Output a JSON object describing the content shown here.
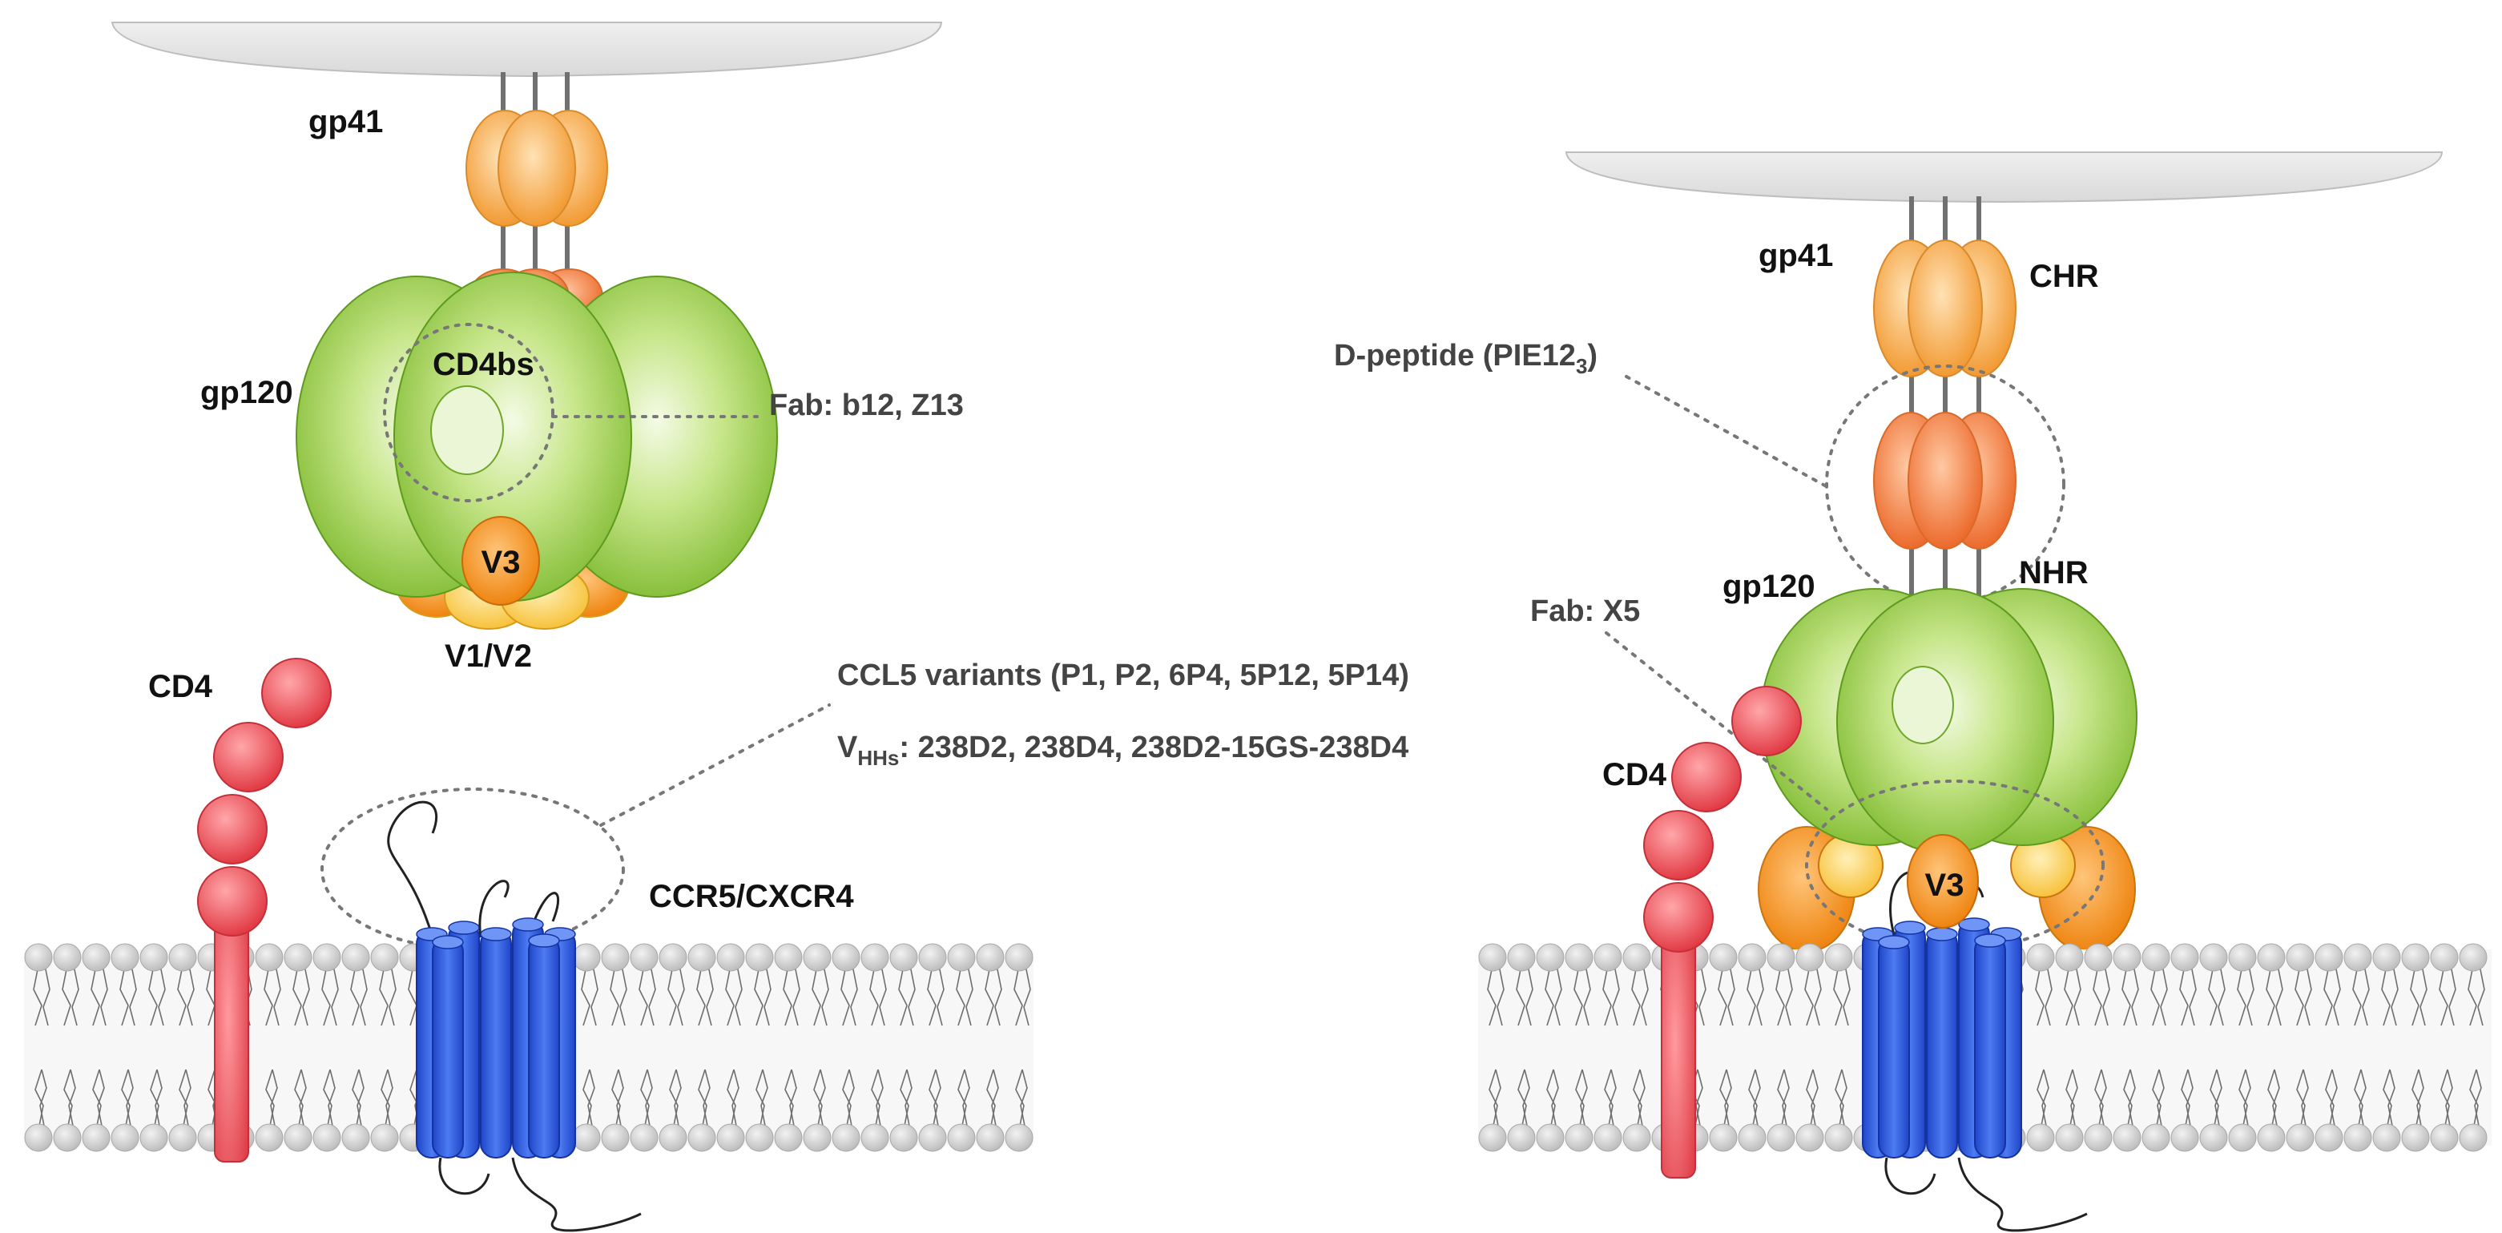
{
  "left_panel": {
    "gp41_label": "gp41",
    "gp120_label": "gp120",
    "cd4bs_label": "CD4bs",
    "v3_label": "V3",
    "v1v2_label": "V1/V2",
    "fab_label": "Fab: b12, Z13",
    "cd4_label": "CD4",
    "ccl5_label": "CCL5 variants (P1, P2, 6P4, 5P12, 5P14)",
    "vhh_prefix": "V",
    "vhh_subscript": "HHs",
    "vhh_list": ":  238D2, 238D4, 238D2-15GS-238D4",
    "coreceptor_label": "CCR5/CXCR4"
  },
  "right_panel": {
    "gp41_label": "gp41",
    "chr_label": "CHR",
    "dpeptide_prefix": "D-peptide (PIE12",
    "dpeptide_subscript": "3",
    "dpeptide_suffix": ")",
    "gp120_label": "gp120",
    "nhr_label": "NHR",
    "fab_label": "Fab: X5",
    "cd4_label": "CD4",
    "v3_label": "V3"
  },
  "colors": {
    "gp41_orange": "#F9A94A",
    "nhr_orange": "#F07A3C",
    "gp120_green": "#8CC63F",
    "v3_orange": "#F08A1C",
    "v1v2_yellow": "#FCD35A",
    "cd4_red": "#E8454E",
    "receptor_blue": "#2E5CE6",
    "membrane_grey": "#C8C8C8",
    "virion_grey": "#E6E6E6"
  }
}
